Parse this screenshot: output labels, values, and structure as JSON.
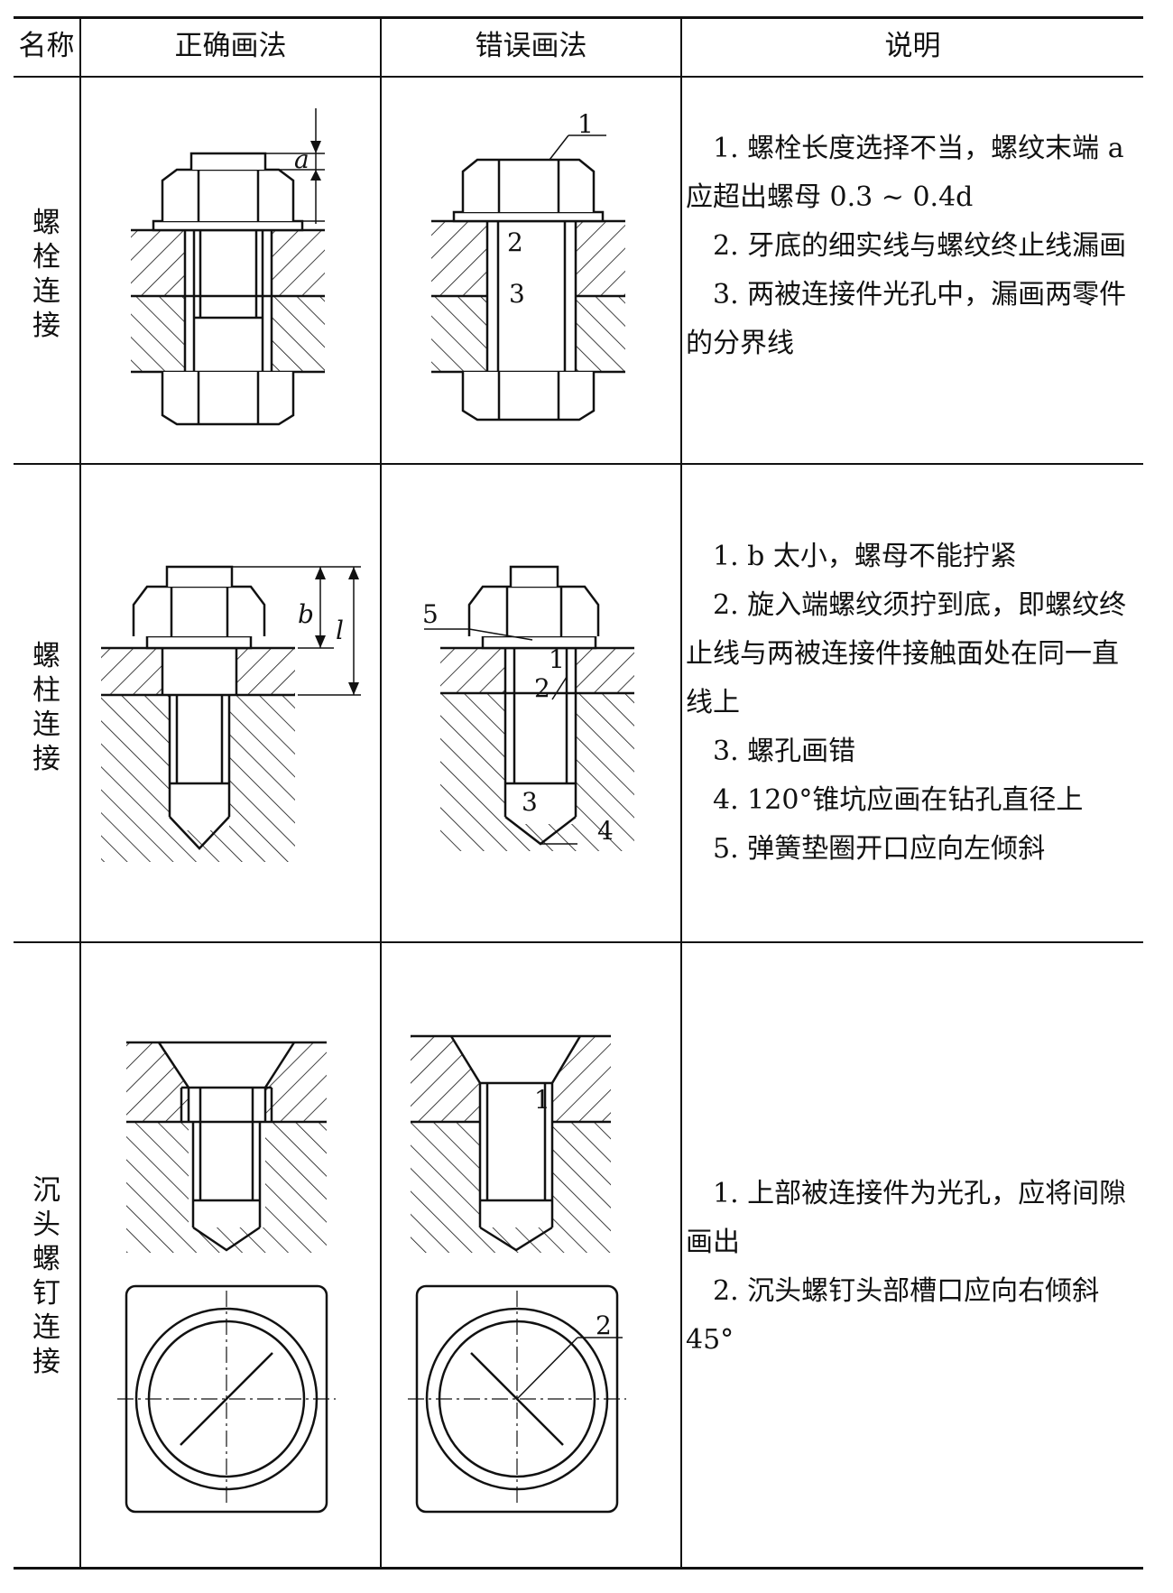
{
  "header": {
    "name": "名称",
    "correct": "正确画法",
    "wrong": "错误画法",
    "note": "说明"
  },
  "rows": [
    {
      "name": [
        "螺",
        "栓",
        "连",
        "接"
      ],
      "notes": [
        "1. 螺栓长度选择不当，螺纹末端 a 应超出螺母 0.3 ~ 0.4d",
        "2. 牙底的细实线与螺纹终止线漏画",
        "3. 两被连接件光孔中，漏画两零件的分界线"
      ],
      "correct_labels": [
        "a"
      ],
      "wrong_labels": [
        "1",
        "2",
        "3"
      ]
    },
    {
      "name": [
        "螺",
        "柱",
        "连",
        "接"
      ],
      "notes": [
        "1. b 太小，螺母不能拧紧",
        "2. 旋入端螺纹须拧到底，即螺纹终止线与两被连接件接触面处在同一直线上",
        "3. 螺孔画错",
        "4. 120°锥坑应画在钻孔直径上",
        "5. 弹簧垫圈开口应向左倾斜"
      ],
      "correct_labels": [
        "b",
        "l"
      ],
      "wrong_labels": [
        "5",
        "1",
        "2",
        "3",
        "4"
      ]
    },
    {
      "name": [
        "沉",
        "头",
        "螺",
        "钉",
        "连",
        "接"
      ],
      "notes": [
        "1. 上部被连接件为光孔，应将间隙画出",
        "2. 沉头螺钉头部槽口应向右倾斜 45°"
      ],
      "wrong_labels": [
        "1",
        "2"
      ]
    }
  ]
}
